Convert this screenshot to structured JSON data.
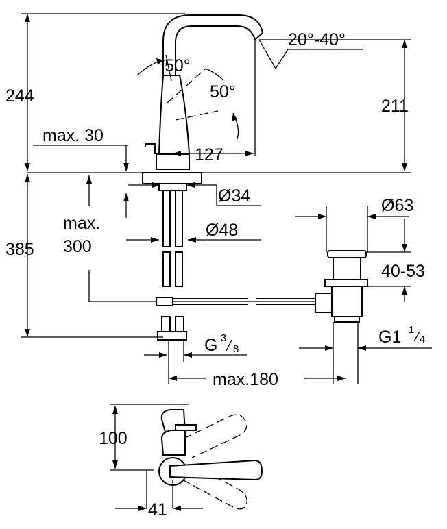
{
  "dimensions": {
    "height_total": "244",
    "height_spout": "211",
    "angle_spout": "20°-40°",
    "angle_lever_top": "50°",
    "angle_lever_side": "50°",
    "reach": "127",
    "max_thickness": "max. 30",
    "diameter_hole": "Ø34",
    "diameter_base": "Ø48",
    "max_depth_label1": "max.",
    "max_depth_label2": "300",
    "below_height": "385",
    "drain_diameter": "Ø63",
    "drain_range": "40-53",
    "drain_thread_main": "G1",
    "drain_thread_num": "1",
    "drain_thread_den": "4",
    "supply_thread_main": "G",
    "supply_thread_num": "3",
    "supply_thread_den": "8",
    "max_offset": "max.180",
    "plan_depth": "100",
    "plan_width": "41"
  }
}
